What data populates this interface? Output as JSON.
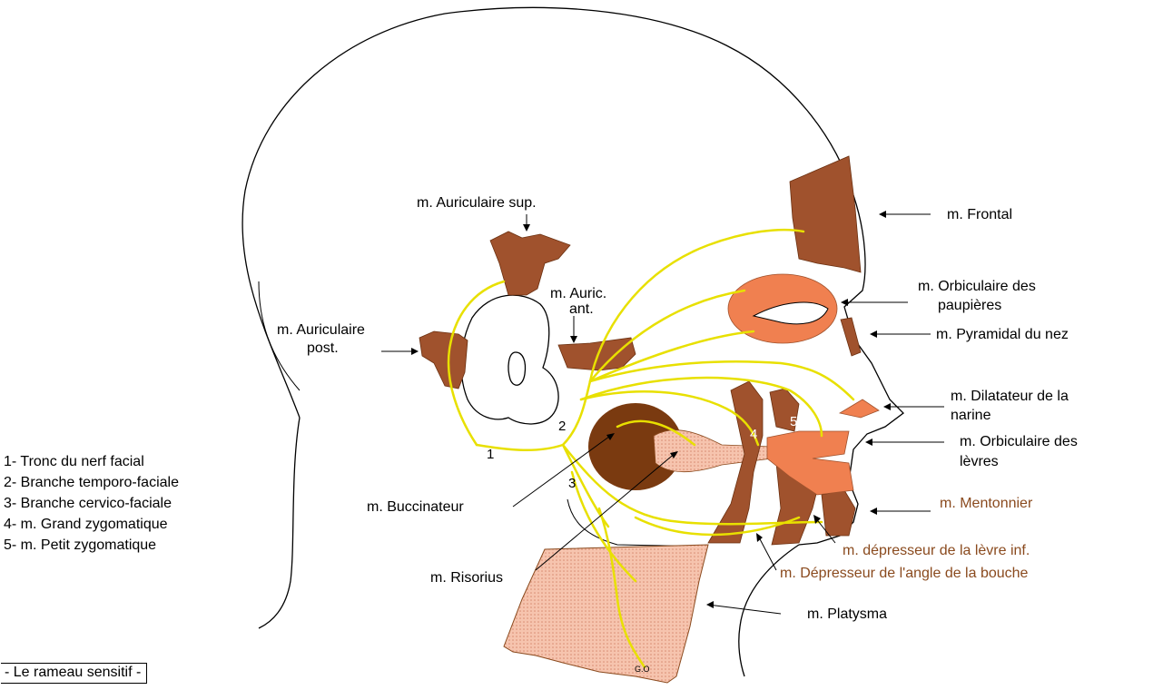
{
  "labels": {
    "auric_sup": "m. Auriculaire sup.",
    "frontal": "m. Frontal",
    "orbic_paup_1": "m. Orbiculaire des",
    "orbic_paup_2": "paupières",
    "auric_ant_1": "m. Auric.",
    "auric_ant_2": "ant.",
    "auric_post_1": "m. Auriculaire",
    "auric_post_2": "post.",
    "pyramidal": "m. Pyramidal du nez",
    "dilatateur_1": "m. Dilatateur de la",
    "dilatateur_2": "narine",
    "orbic_levres_1": "m. Orbiculaire des",
    "orbic_levres_2": "lèvres",
    "buccinateur": "m. Buccinateur",
    "mentonnier": "m. Mentonnier",
    "depresseur_levre": "m. dépresseur de la lèvre  inf.",
    "depresseur_angle": "m. Dépresseur de l'angle de la bouche",
    "risorius": "m. Risorius",
    "platysma": "m. Platysma"
  },
  "numbers": {
    "n1": "1",
    "n2": "2",
    "n3": "3",
    "n4": "4",
    "n5": "5"
  },
  "legend": [
    "1- Tronc du nerf facial",
    "2- Branche temporo-faciale",
    "3- Branche cervico-faciale",
    "4- m. Grand zygomatique",
    "5- m. Petit zygomatique"
  ],
  "boxed": "- Le rameau sensitif -",
  "signature": "G.O",
  "colors": {
    "muscle_dark": "#a0522d",
    "muscle_orange": "#f08050",
    "buccinator": "#7a3a10",
    "platysma": "#f4b8a0",
    "nerve": "#e8e000",
    "text_brown": "#8a4a1e"
  }
}
